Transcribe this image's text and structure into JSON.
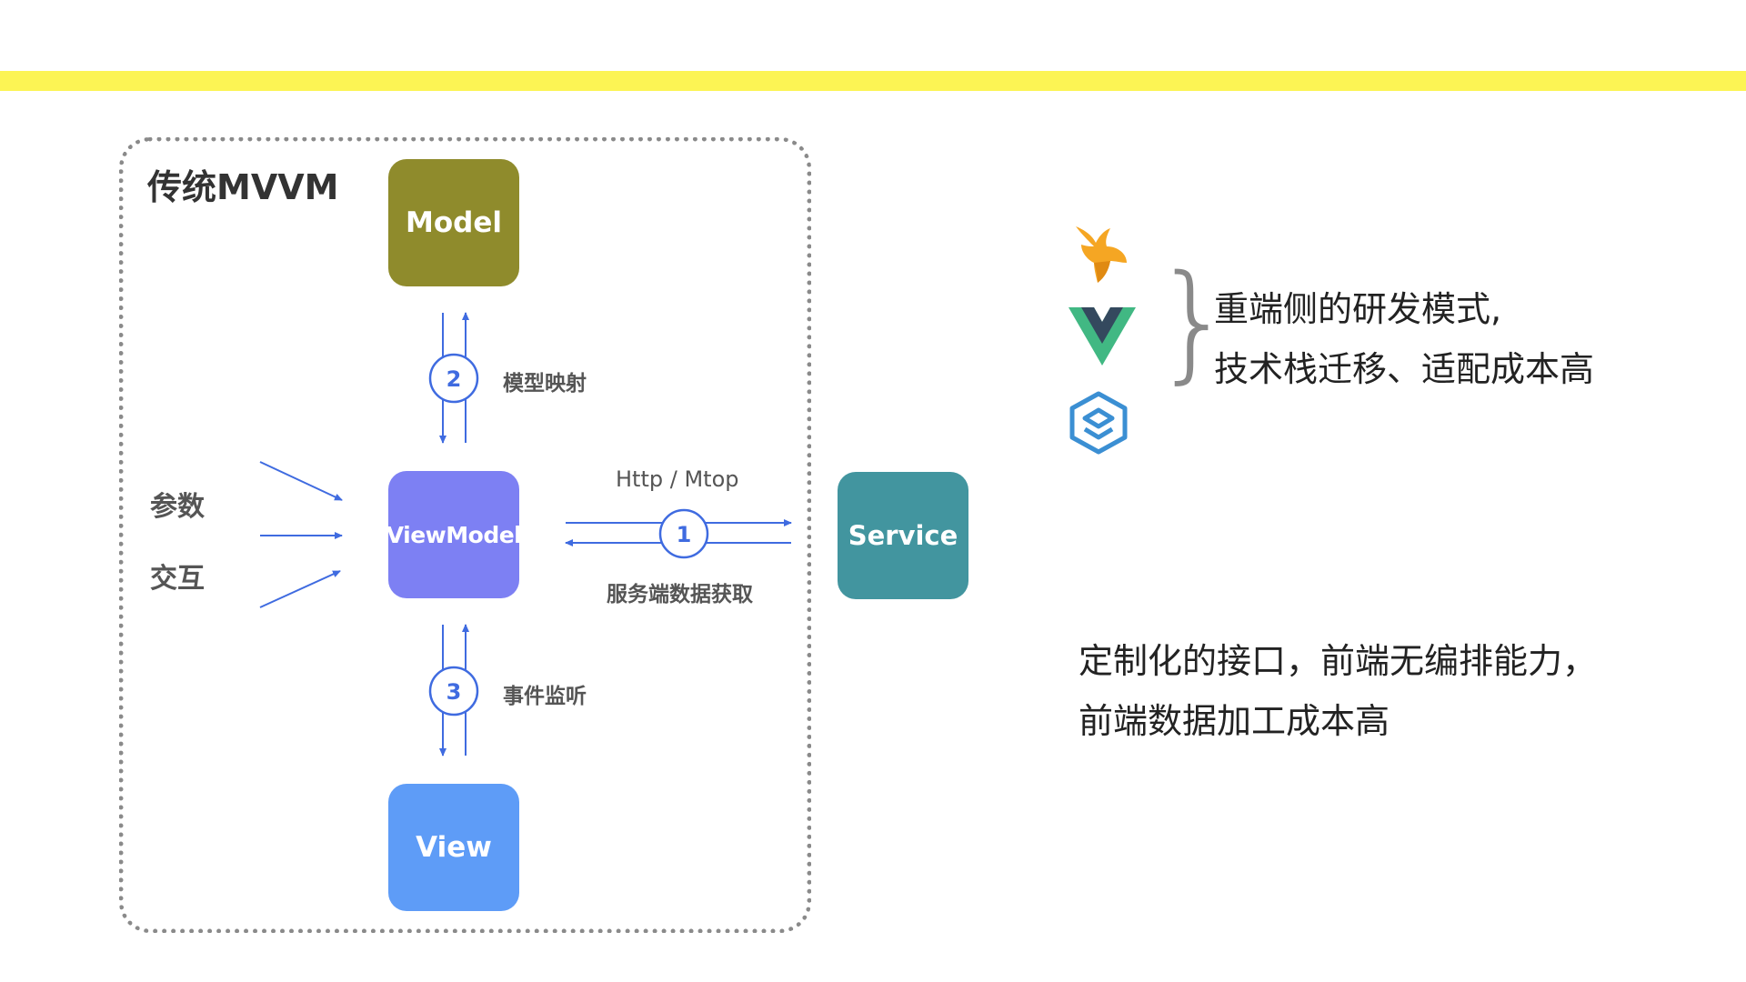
{
  "diagram": {
    "title": "传统MVVM",
    "nodes": {
      "model": "Model",
      "viewmodel": "ViewModel",
      "view": "View",
      "service": "Service"
    },
    "steps": {
      "step1": {
        "number": "1",
        "label": "服务端数据获取",
        "protocol": "Http / Mtop"
      },
      "step2": {
        "number": "2",
        "label": "模型映射"
      },
      "step3": {
        "number": "3",
        "label": "事件监听"
      }
    },
    "inputs": {
      "params": "参数",
      "interaction": "交互"
    }
  },
  "notes": {
    "framework_line1": "重端侧的研发模式,",
    "framework_line2": "技术栈迁移、适配成本高",
    "api_line1": "定制化的接口，前端无编排能力，",
    "api_line2": "前端数据加工成本高"
  },
  "logos": [
    "rax-logo-icon",
    "vue-logo-icon",
    "weex-logo-icon"
  ],
  "colors": {
    "accent_bar": "#fcf454",
    "model": "#8f8b2c",
    "viewmodel": "#7d80f3",
    "view": "#5e9cf7",
    "service": "#42959f",
    "arrow": "#3f6be0"
  }
}
